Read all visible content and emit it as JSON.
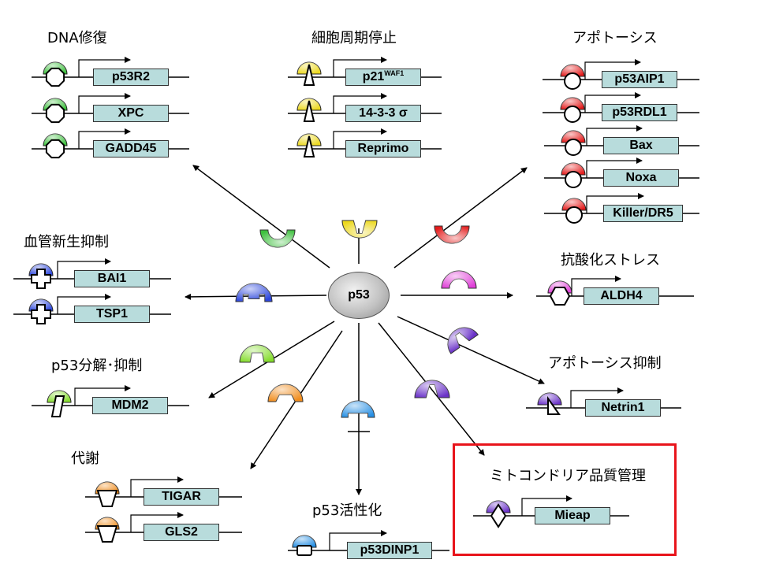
{
  "hub": {
    "label": "p53"
  },
  "categories": {
    "dna_repair": "DNA修復",
    "cell_cycle_arrest": "細胞周期停止",
    "apoptosis": "アポトーシス",
    "angiogenesis_inhibition": "血管新生抑制",
    "antioxidant_stress": "抗酸化ストレス",
    "p53_degradation": "p53分解･抑制",
    "apoptosis_inhibition": "アポトーシス抑制",
    "metabolism": "代謝",
    "p53_activation": "p53活性化",
    "mitochondrial_quality": "ミトコンドリア品質管理"
  },
  "genes": {
    "p53r2": "p53R2",
    "xpc": "XPC",
    "gadd45": "GADD45",
    "p21": "p21",
    "p21_sup": "WAF1",
    "g1433": "14-3-3 σ",
    "reprimo": "Reprimo",
    "p53aip1": "p53AIP1",
    "p53rdl1": "p53RDL1",
    "bax": "Bax",
    "noxa": "Noxa",
    "killer": "Killer/DR5",
    "bai1": "BAI1",
    "tsp1": "TSP1",
    "aldh4": "ALDH4",
    "mdm2": "MDM2",
    "netrin1": "Netrin1",
    "tigar": "TIGAR",
    "gls2": "GLS2",
    "p53dinp1": "p53DINP1",
    "mieap": "Mieap"
  },
  "colors": {
    "green": "#3ec03e",
    "yellow": "#ecd81c",
    "red": "#e41c1c",
    "blue": "#2c46dc",
    "magenta": "#e040d8",
    "purple": "#6a32c8",
    "light_green": "#84dc2c",
    "orange": "#f08c1c",
    "sky_blue": "#2890e4",
    "gene_box": "#b8dcdc",
    "highlight_border": "#e8141b"
  }
}
